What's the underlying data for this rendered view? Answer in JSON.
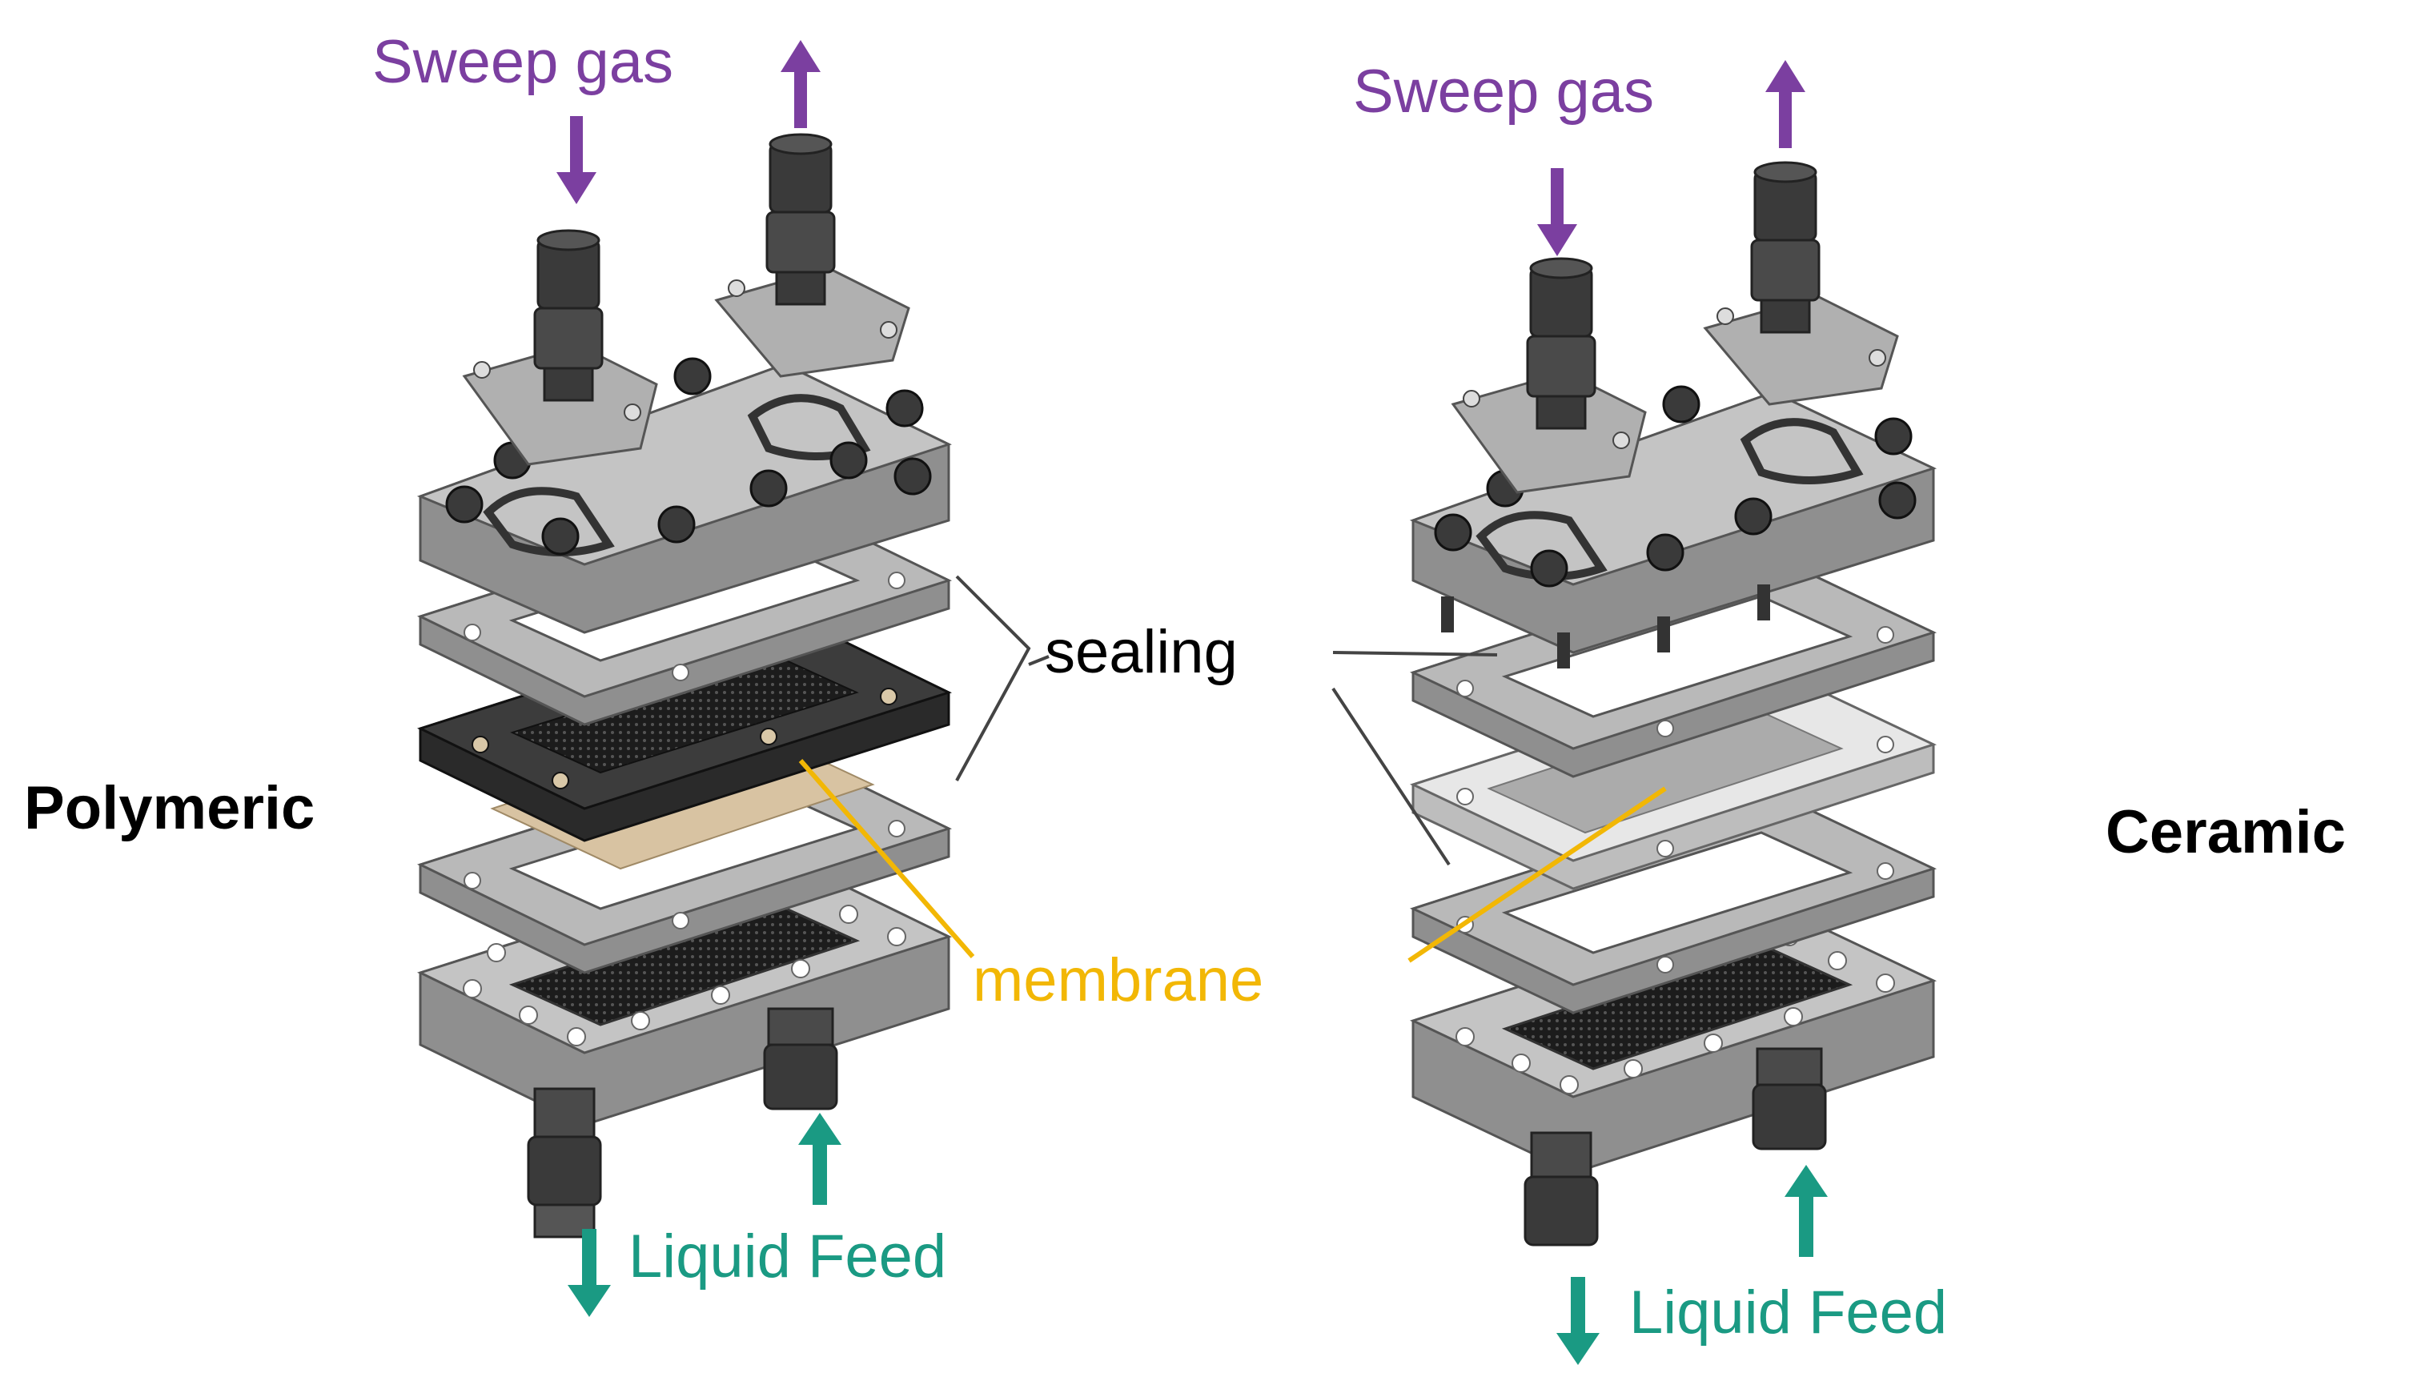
{
  "labels": {
    "sweep_gas": "Sweep gas",
    "liquid_feed": "Liquid Feed",
    "sealing": "sealing",
    "membrane": "membrane",
    "polymeric": "Polymeric",
    "ceramic": "Ceramic"
  },
  "colors": {
    "sweep_gas": "#7B3FA0",
    "liquid_feed": "#1A9A83",
    "membrane": "#F2B705",
    "label": "#000000",
    "metal_top": "#C4C4C4",
    "metal_side": "#8F8F8F",
    "gasket": "#B9B9B9",
    "dark_plate": "#3C3C3C",
    "mesh": "#1A1A1A",
    "membrane_polymer": "#D8C3A2",
    "membrane_ceramic": "#E7E7E7"
  }
}
